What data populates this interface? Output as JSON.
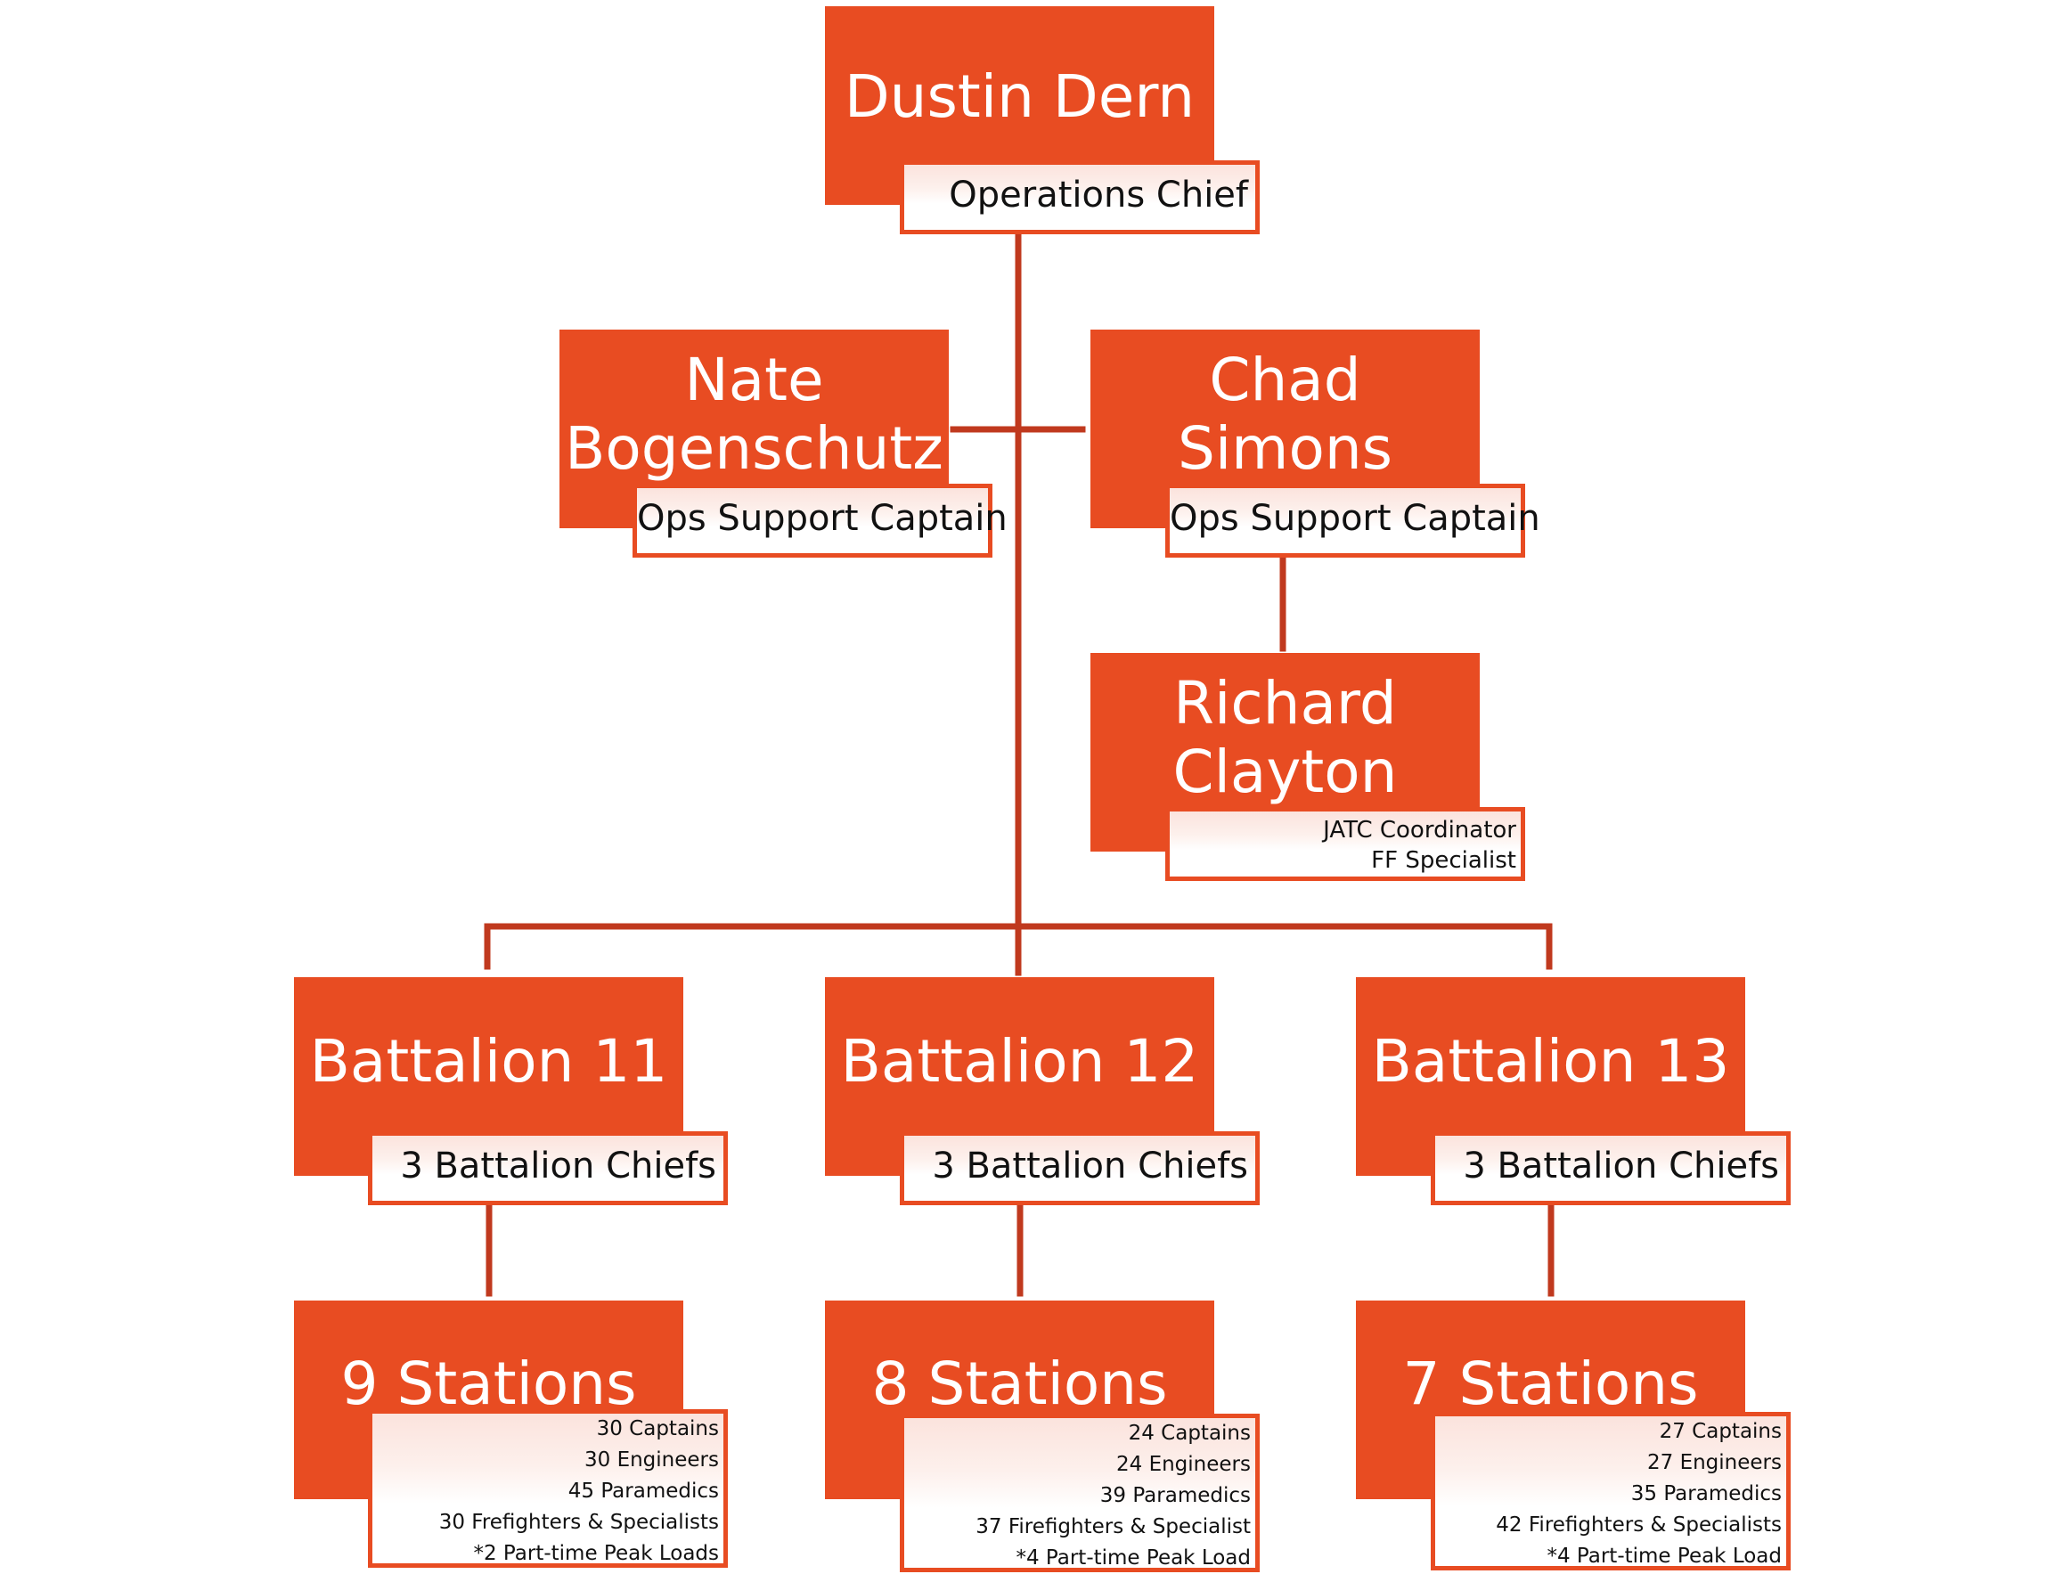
{
  "colors": {
    "box": "#e84c22",
    "connector": "#c0391e"
  },
  "chief": {
    "name": "Dustin Dern",
    "title": "Operations Chief"
  },
  "support_left": {
    "name_line1": "Nate",
    "name_line2": "Bogenschutz",
    "title": "Ops Support Captain"
  },
  "support_right": {
    "name_line1": "Chad",
    "name_line2": "Simons",
    "title": "Ops Support Captain"
  },
  "jatc": {
    "name_line1": "Richard",
    "name_line2": "Clayton",
    "title_line1": "JATC Coordinator",
    "title_line2": "FF Specialist"
  },
  "battalions": [
    {
      "name": "Battalion 11",
      "chiefs": "3 Battalion Chiefs",
      "stations": "9 Stations",
      "staff": [
        "30 Captains",
        "30 Engineers",
        "45 Paramedics",
        "30 Frefighters & Specialists",
        "*2 Part-time Peak Loads"
      ]
    },
    {
      "name": "Battalion 12",
      "chiefs": "3 Battalion Chiefs",
      "stations": "8 Stations",
      "staff": [
        "24 Captains",
        "24 Engineers",
        "39 Paramedics",
        "37 Firefighters & Specialist",
        "*4 Part-time Peak Load"
      ]
    },
    {
      "name": "Battalion 13",
      "chiefs": "3 Battalion Chiefs",
      "stations": "7 Stations",
      "staff": [
        "27 Captains",
        "27 Engineers",
        "35 Paramedics",
        "42 Firefighters & Specialists",
        "*4 Part-time Peak Load"
      ]
    }
  ]
}
